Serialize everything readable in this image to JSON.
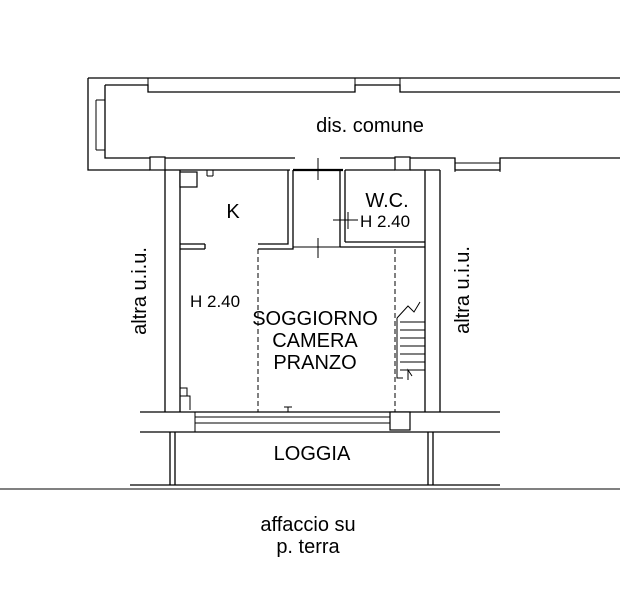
{
  "plan": {
    "corridor_label": "dis. comune",
    "kitchen_label": "K",
    "wc_label": "W.C.",
    "wc_height": "H 2.40",
    "living_height": "H 2.40",
    "living_label_line1": "SOGGIORNO",
    "living_label_line2": "CAMERA",
    "living_label_line3": "PRANZO",
    "loggia_label": "LOGGIA",
    "left_neighbor": "altra u.i.u.",
    "right_neighbor": "altra u.i.u.",
    "view_line1": "affaccio su",
    "view_line2": "p. terra"
  },
  "colors": {
    "line": "#000000",
    "background": "#ffffff"
  }
}
